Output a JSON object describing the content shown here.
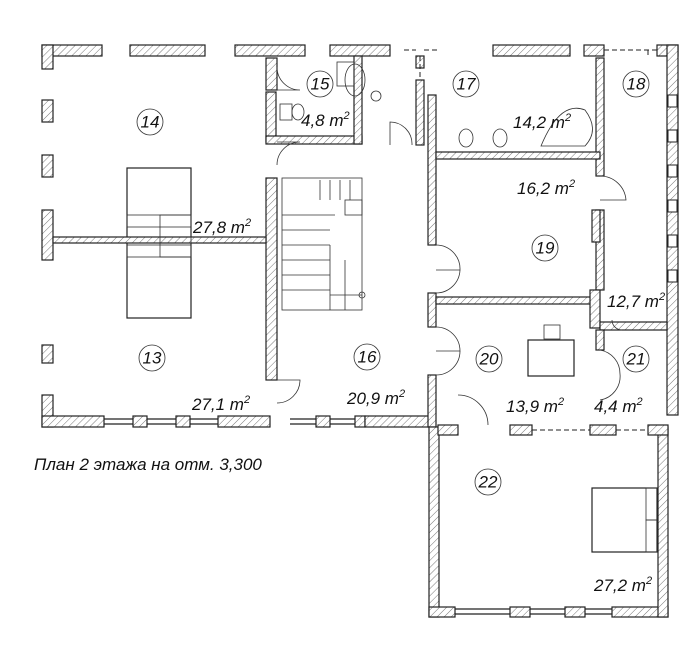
{
  "caption": "План 2 этажа на отм. 3,300",
  "rooms": [
    {
      "number": "13",
      "area": "27,1 m"
    },
    {
      "number": "14",
      "area": "27,8 m"
    },
    {
      "number": "15",
      "area": "4,8 m"
    },
    {
      "number": "16",
      "area": "20,9 m"
    },
    {
      "number": "17",
      "area": "14,2 m"
    },
    {
      "number": "18",
      "area": "12,7 m"
    },
    {
      "number": "19",
      "area": "16,2 m"
    },
    {
      "number": "20",
      "area": "13,9 m"
    },
    {
      "number": "21",
      "area": "4,4 m"
    },
    {
      "number": "22",
      "area": "27,2 m"
    }
  ],
  "area_unit_exponent": "2"
}
